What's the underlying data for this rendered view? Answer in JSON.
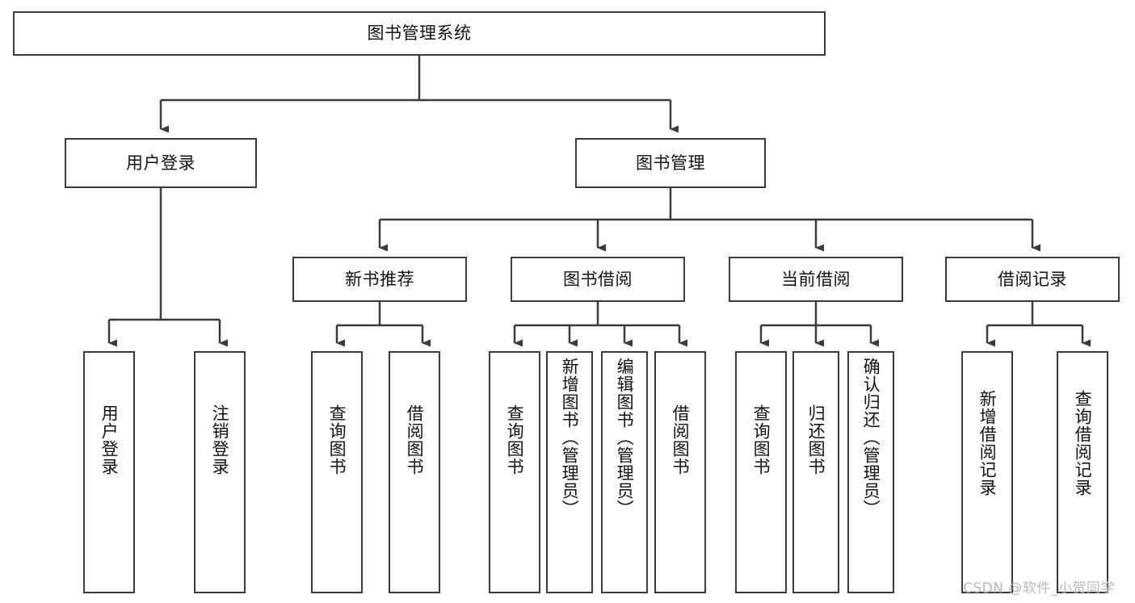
{
  "diagram": {
    "title": "图书管理系统",
    "type": "tree-hierarchy-diagram",
    "root": {
      "label": "图书管理系统"
    },
    "level2": [
      {
        "label": "用户登录"
      },
      {
        "label": "图书管理"
      }
    ],
    "level3": [
      {
        "label": "新书推荐"
      },
      {
        "label": "图书借阅"
      },
      {
        "label": "当前借阅"
      },
      {
        "label": "借阅记录"
      }
    ],
    "leaves": {
      "user_login": [
        {
          "label": "用户登录"
        },
        {
          "label": "注销登录"
        }
      ],
      "new_book_recommend": [
        {
          "label": "查询图书"
        },
        {
          "label": "借阅图书"
        }
      ],
      "book_borrow": [
        {
          "label": "查询图书"
        },
        {
          "label": "新增图书（管理员）"
        },
        {
          "label": "编辑图书（管理员）"
        },
        {
          "label": "借阅图书"
        }
      ],
      "current_borrow": [
        {
          "label": "查询图书"
        },
        {
          "label": "归还图书"
        },
        {
          "label": "确认归还（管理员）"
        }
      ],
      "borrow_record": [
        {
          "label": "新增借阅记录"
        },
        {
          "label": "查询借阅记录"
        }
      ]
    }
  },
  "watermark": {
    "text": "CSDN @软件_小贺同学"
  },
  "colors": {
    "border": "#3a3a3a",
    "background": "#ffffff",
    "text": "#111111",
    "watermark": "#b9b9b9"
  }
}
